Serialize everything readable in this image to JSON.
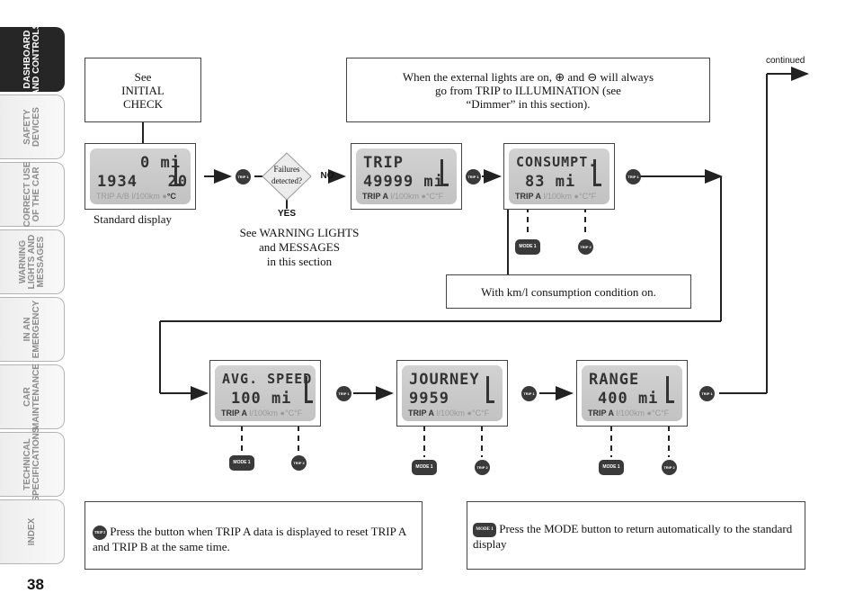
{
  "sidebar": {
    "tabs": [
      {
        "label": "DASHBOARD\nAND CONTROLS",
        "active": true
      },
      {
        "label": "SAFETY\nDEVICES",
        "active": false
      },
      {
        "label": "CORRECT USE\nOF THE CAR",
        "active": false
      },
      {
        "label": "WARNING\nLIGHTS AND\nMESSAGES",
        "active": false
      },
      {
        "label": "IN AN\nEMERGENCY",
        "active": false
      },
      {
        "label": "CAR\nMAINTENANCE",
        "active": false
      },
      {
        "label": "TECHNICAL\nSPECIFICATIONS",
        "active": false
      },
      {
        "label": "INDEX",
        "active": false
      }
    ]
  },
  "page": {
    "number": "38",
    "continued": "continued"
  },
  "boxes": {
    "initial_check": "See\nINITIAL\nCHECK",
    "lights_note": "When the external lights are on, ⊕ and ⊖ will always\ngo from TRIP to ILLUMINATION (see\n“Dimmer” in this section).",
    "kml_note": "With km/l consumption condition on."
  },
  "labels": {
    "standard_display": "Standard display",
    "failures": "Failures\ndetected?",
    "no": "NO",
    "yes": "YES",
    "warning_lights": "See WARNING LIGHTS\nand MESSAGES\nin this section"
  },
  "buttons": {
    "trip1": "TRIP 1",
    "trip2": "TRIP 2",
    "mode1": "MODE 1"
  },
  "displays": {
    "standard": {
      "line1": "0 mi",
      "line2": "1934   20",
      "line3_lit": "",
      "line3_dim": "TRIP A/B l/100km ●",
      "unit": "°C"
    },
    "trip": {
      "line1": "TRIP",
      "line2": "49999 mi",
      "line3_lit": "TRIP A",
      "line3_dim": " l/100km ●°C°F"
    },
    "consump": {
      "line1": "CONSUMPT.",
      "line2": "83 mi",
      "line3_lit": "TRIP A",
      "line3_dim": " l/100km ●°C°F"
    },
    "avgspeed": {
      "line1": "AVG. SPEED",
      "line2": "100 mi",
      "line3_lit": "TRIP A",
      "line3_dim": " l/100km ●°C°F"
    },
    "journey": {
      "line1": "JOURNEY",
      "line2": "9959",
      "line3_lit": "TRIP A",
      "line3_dim": " l/100km ●°C°F"
    },
    "range": {
      "line1": "RANGE",
      "line2": "400 mi",
      "line3_lit": "TRIP A",
      "line3_dim": " l/100km ●°C°F"
    }
  },
  "footnotes": {
    "trip2_note": "Press the button when TRIP A data is displayed to reset TRIP A and TRIP B at the same time.",
    "mode_note": "Press the MODE button to return automatically to the standard display"
  },
  "colors": {
    "tab_active": "#262626",
    "tab_inactive": "#f2f2f2",
    "lcd": "#c8c8c8",
    "button": "#3a3a3a"
  }
}
